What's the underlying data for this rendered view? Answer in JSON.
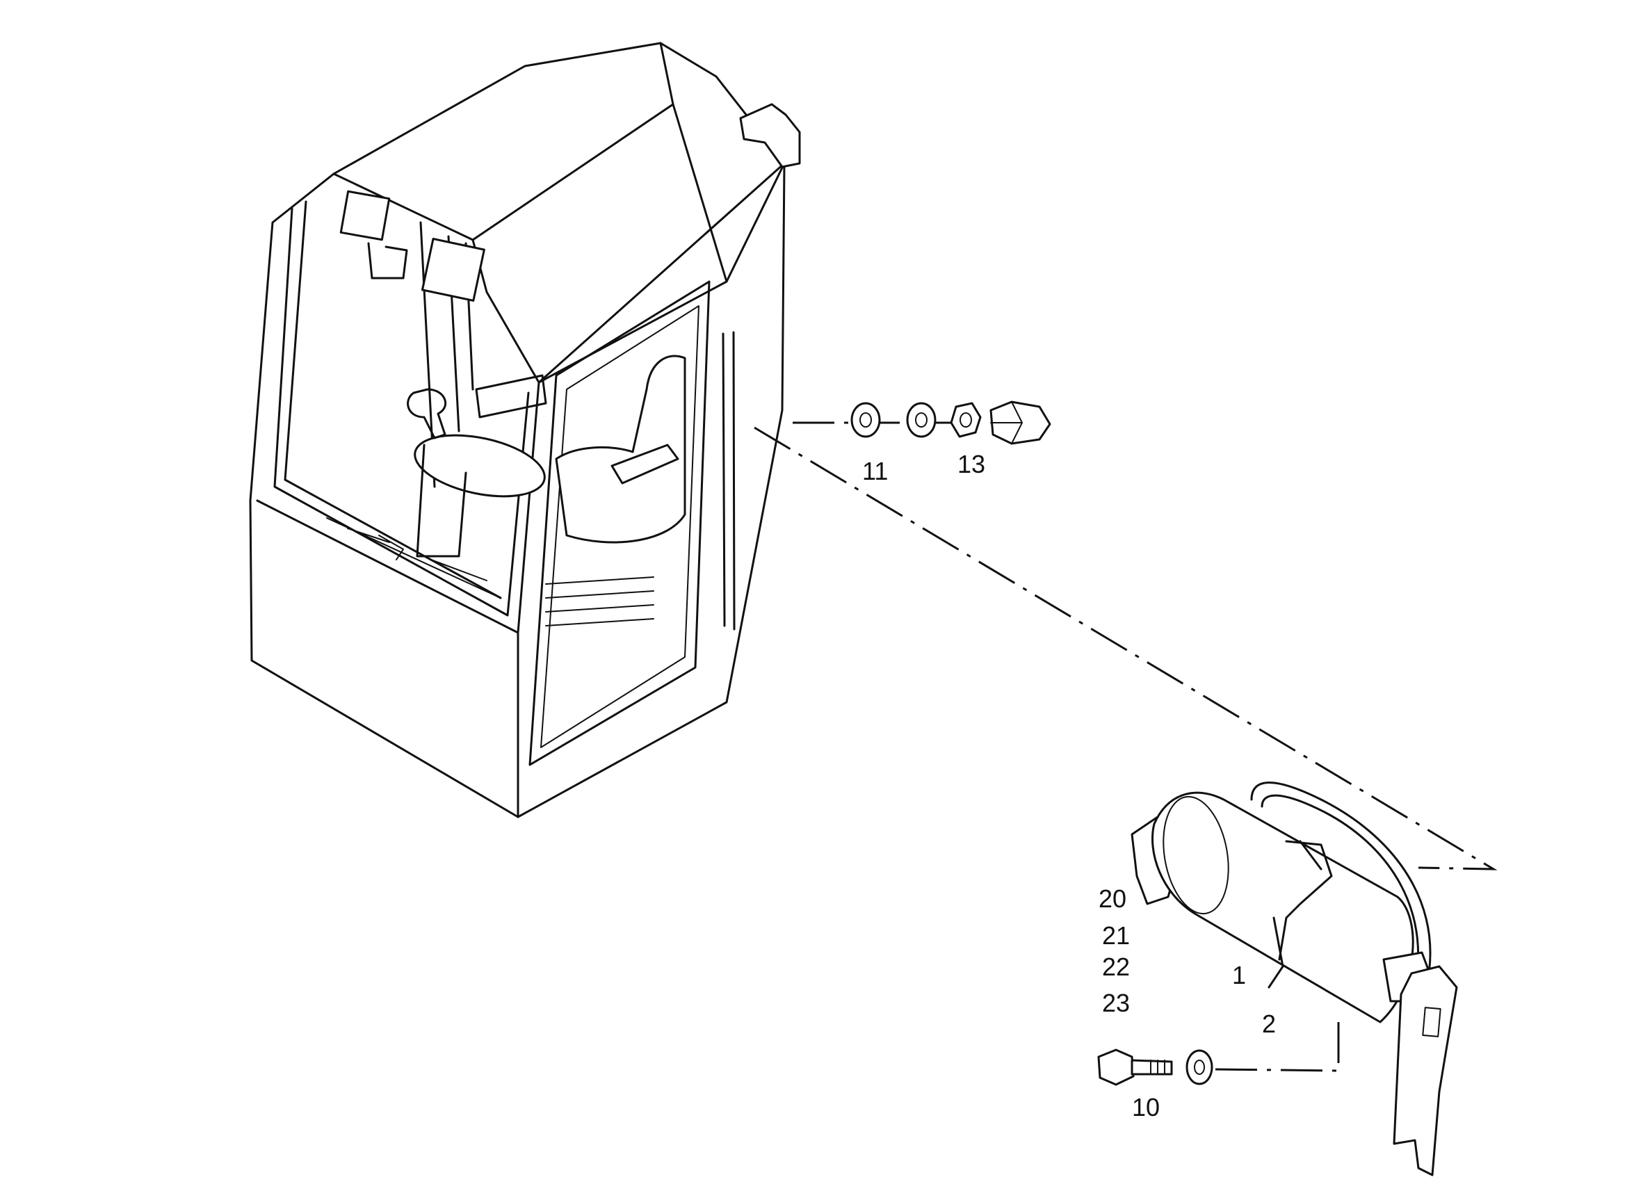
{
  "callouts": {
    "c1": "1",
    "c2": "2",
    "c10": "10",
    "c11": "11",
    "c13": "13",
    "c20": "20",
    "c21": "21",
    "c22": "22",
    "c23": "23"
  },
  "colors": {
    "line": "#111111",
    "background": "#ffffff"
  }
}
